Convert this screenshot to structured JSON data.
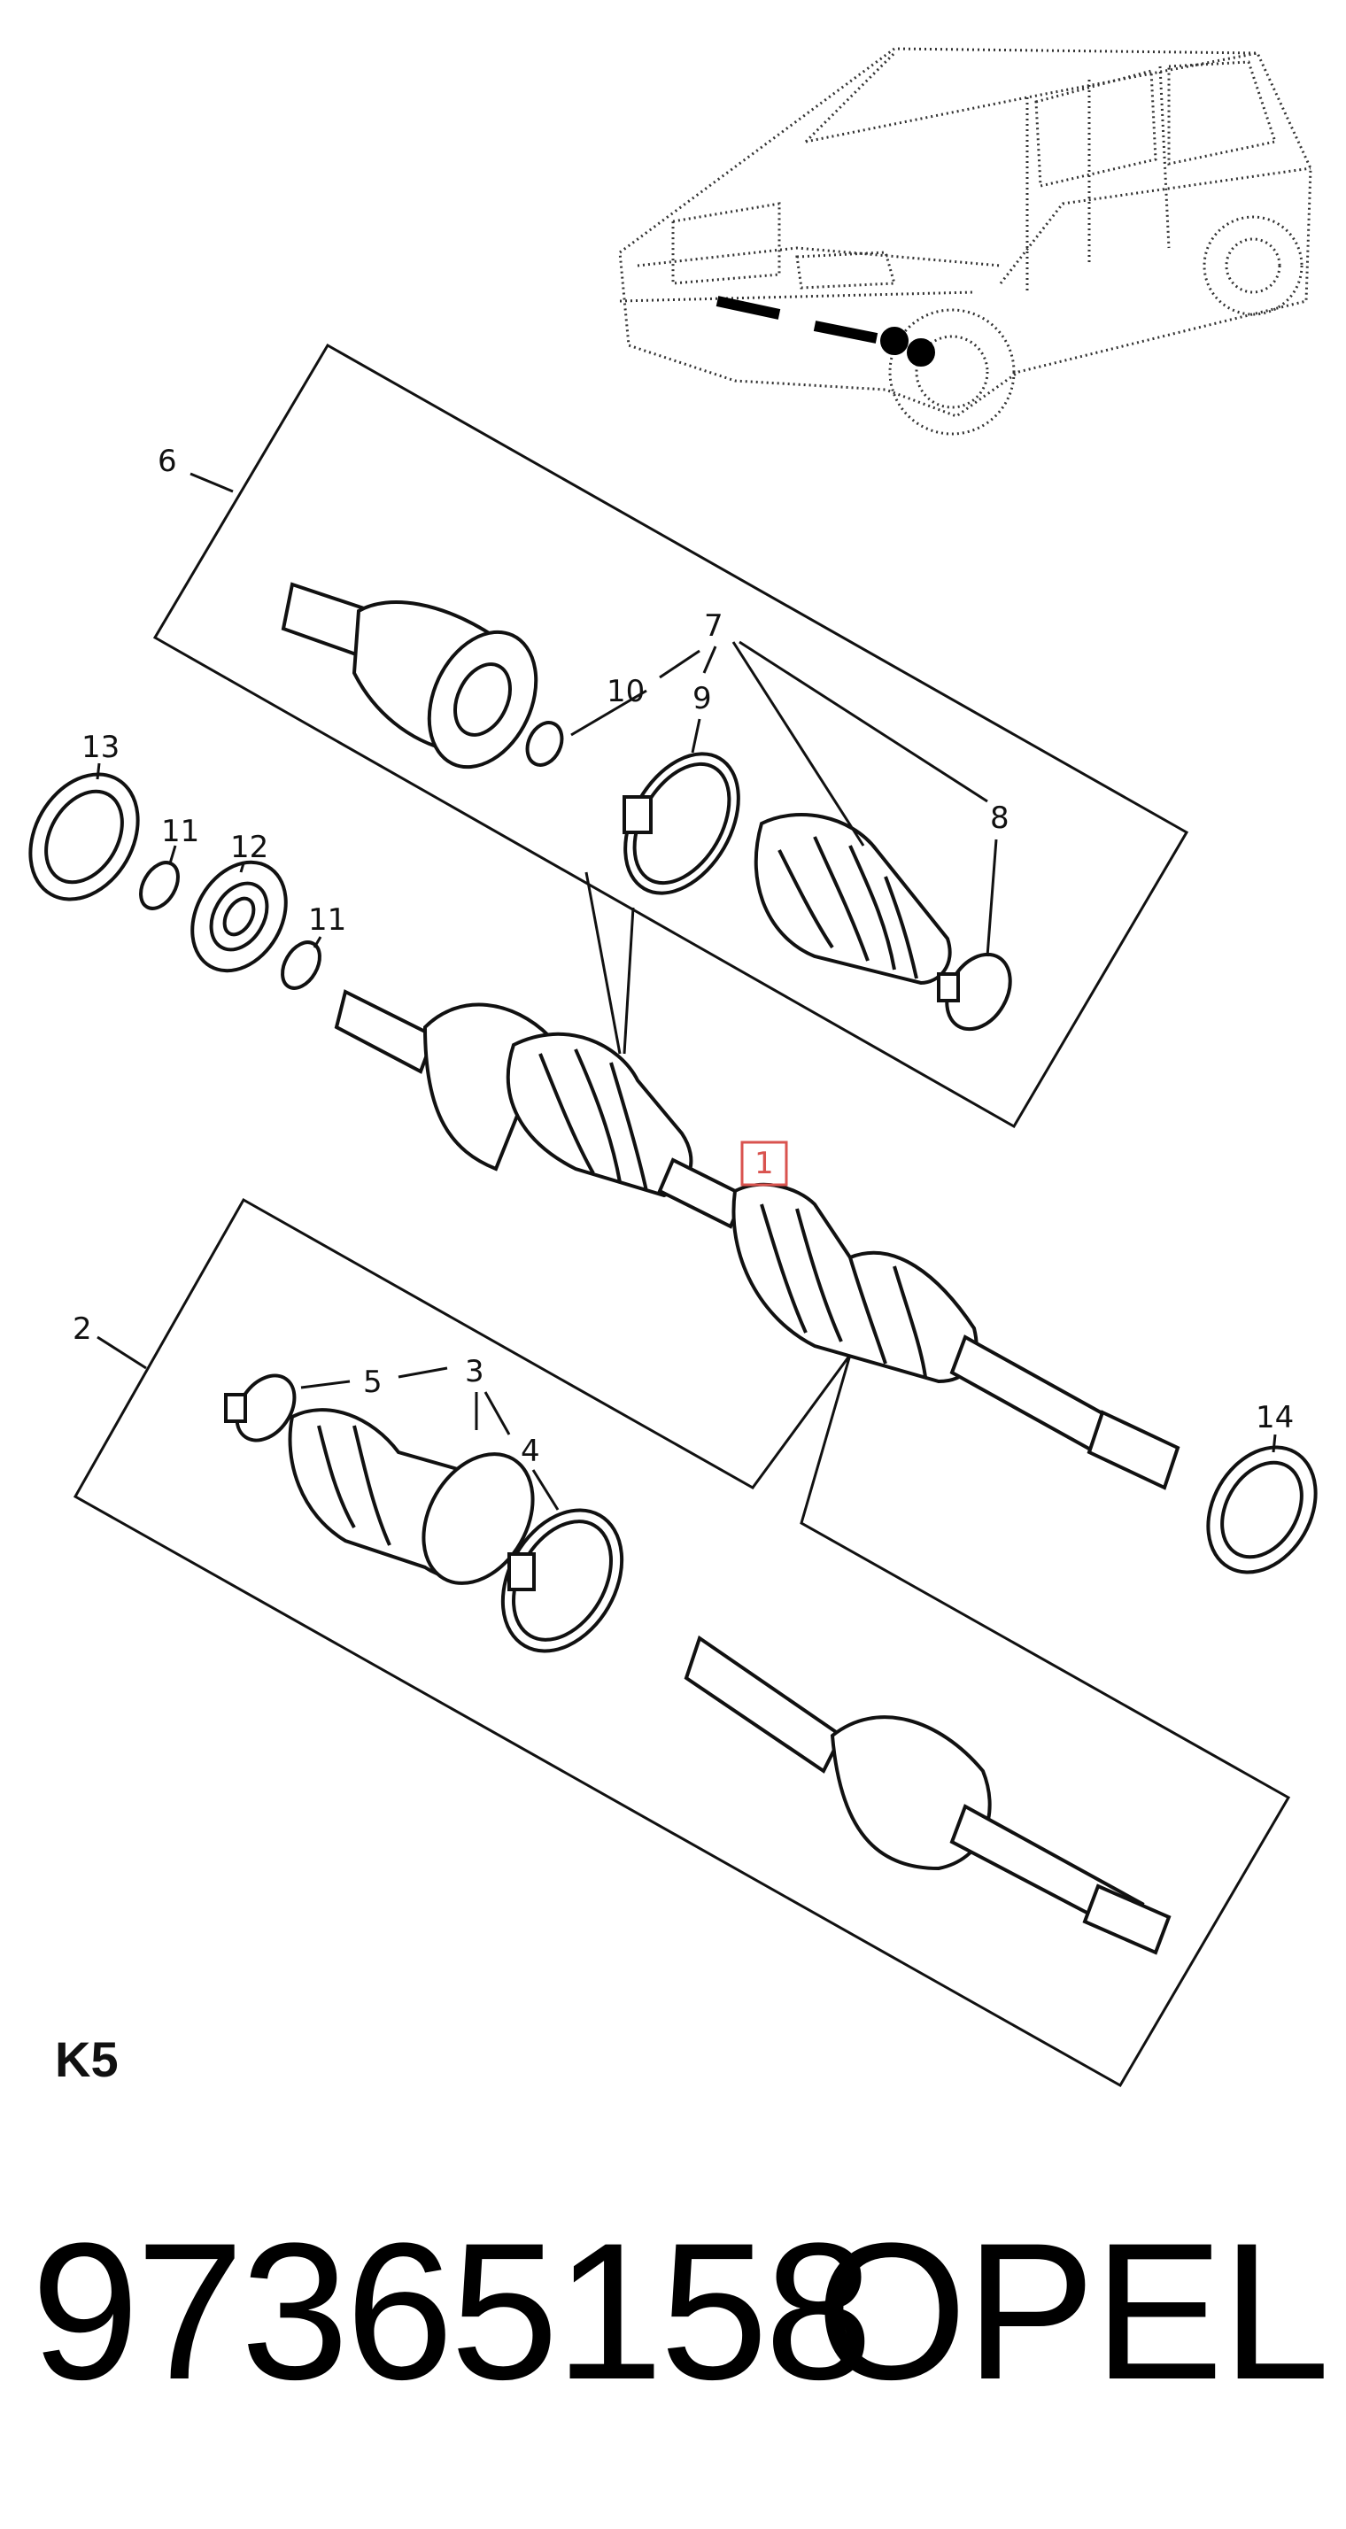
{
  "callouts": {
    "c1": "1",
    "c2": "2",
    "c3": "3",
    "c4": "4",
    "c5": "5",
    "c6": "6",
    "c7": "7",
    "c8": "8",
    "c9": "9",
    "c10": "10",
    "c11a": "11",
    "c11b": "11",
    "c12": "12",
    "c13": "13",
    "c14": "14"
  },
  "section_code": "K5",
  "part_number": "97365158",
  "brand": "OPEL",
  "colors": {
    "line": "#111111",
    "highlight": "#d9534f"
  }
}
